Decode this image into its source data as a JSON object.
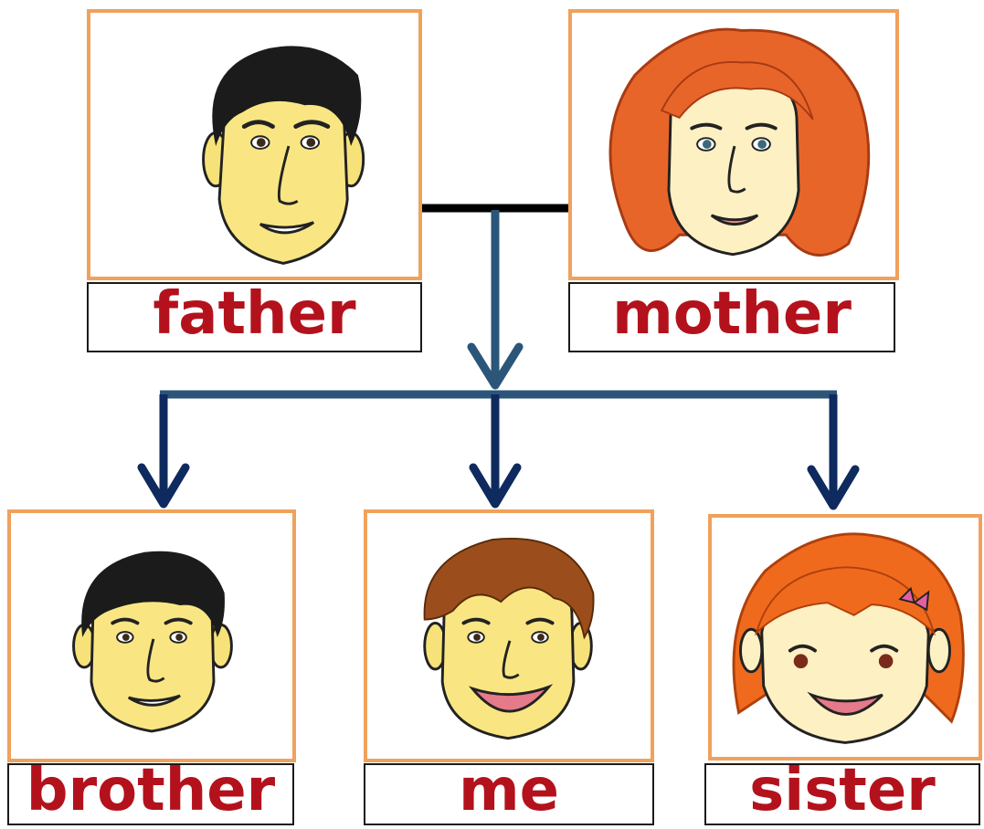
{
  "colors": {
    "frame": "#f0a15c",
    "label_text": "#b3121c",
    "label_border": "#1a1a1a",
    "parent_link": "#000000",
    "arrow_blue": "#2b5579",
    "arrow_navy": "#0e2a5e"
  },
  "nodes": {
    "father": {
      "label": "father",
      "icon": "father-face-icon"
    },
    "mother": {
      "label": "mother",
      "icon": "mother-face-icon"
    },
    "brother": {
      "label": "brother",
      "icon": "brother-face-icon"
    },
    "me": {
      "label": "me",
      "icon": "me-face-icon"
    },
    "sister": {
      "label": "sister",
      "icon": "sister-face-icon"
    }
  }
}
